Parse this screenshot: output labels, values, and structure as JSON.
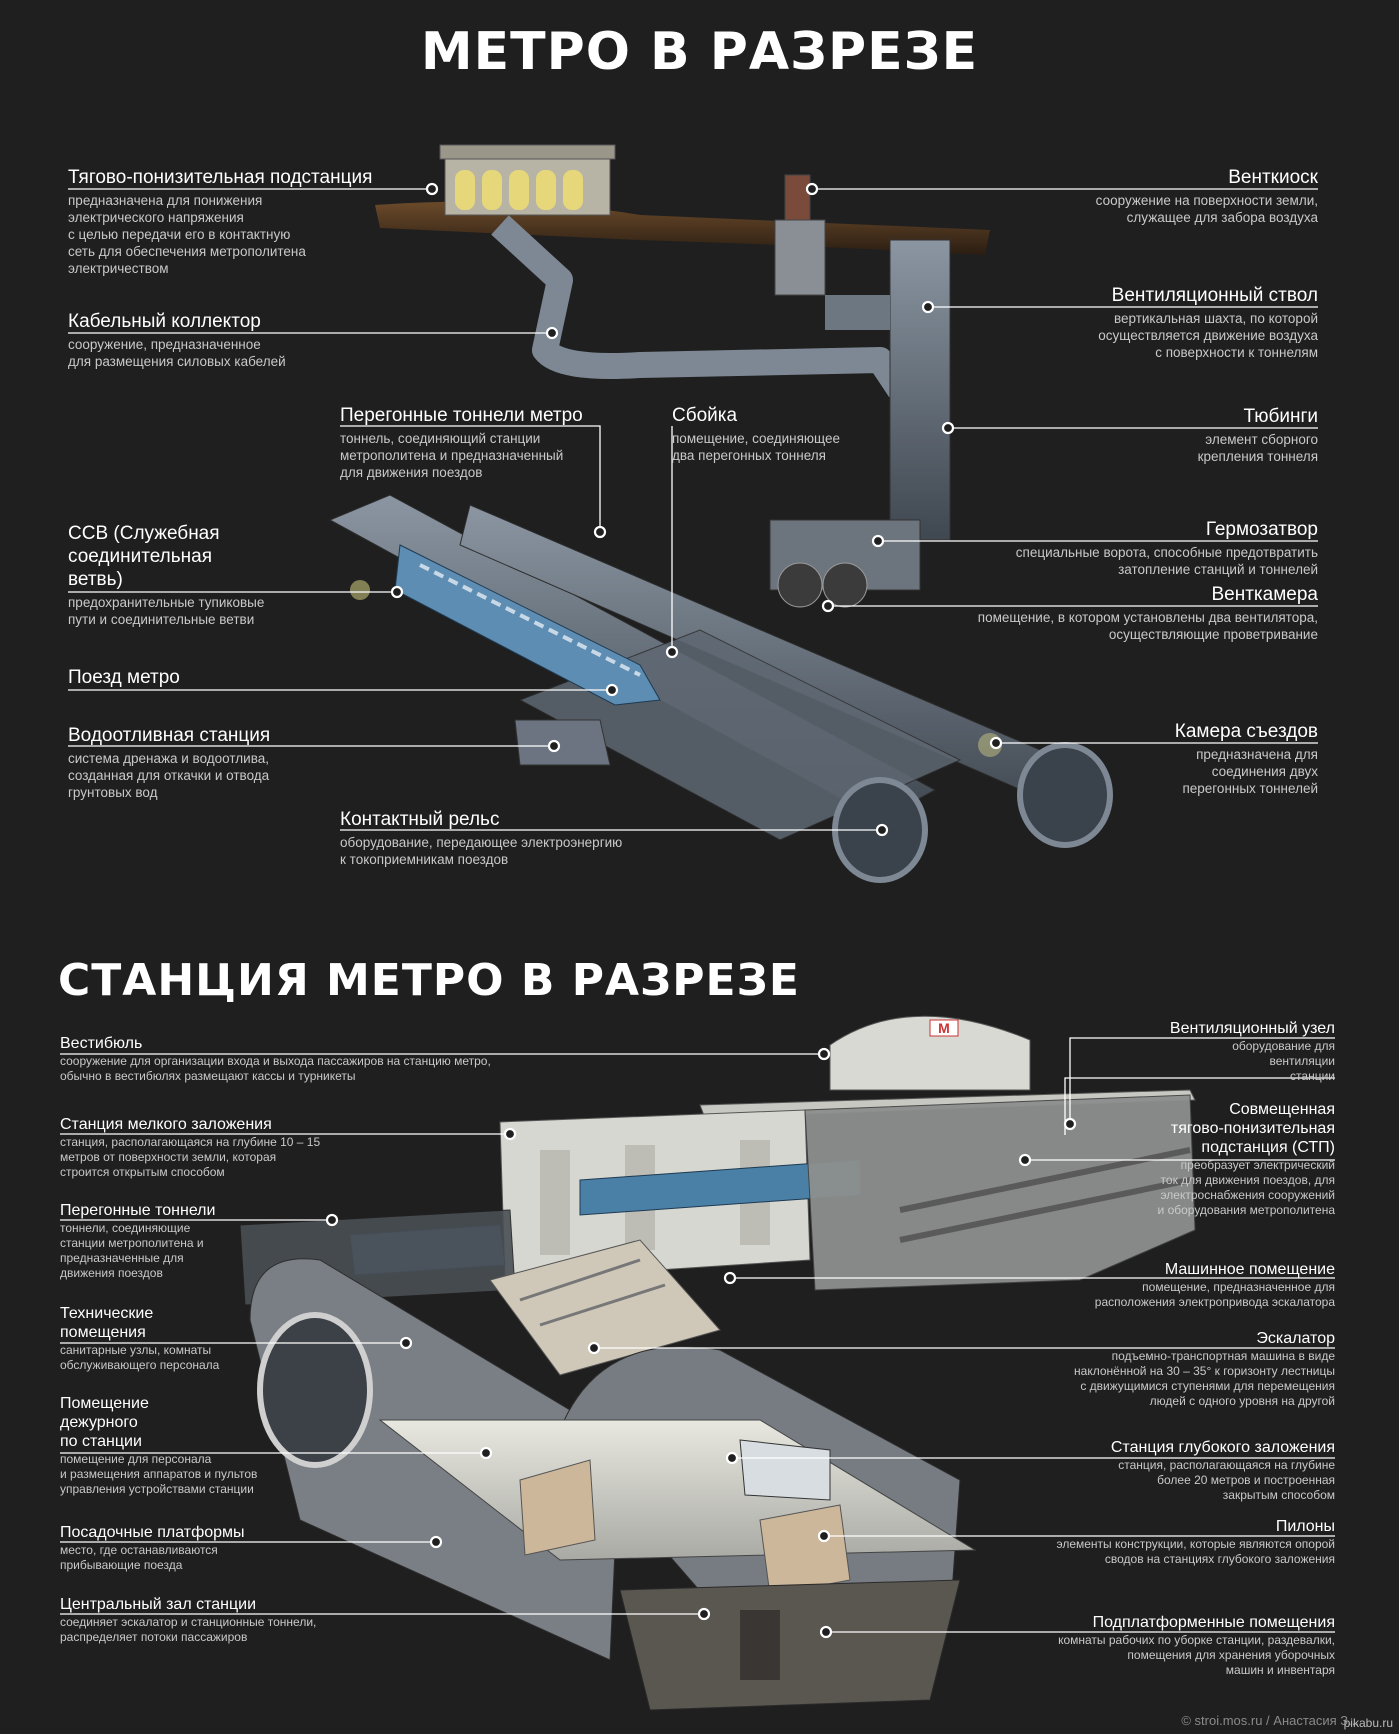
{
  "titles": {
    "top": "МЕТРО В РАЗРЕЗЕ",
    "bottom": "СТАНЦИЯ МЕТРО В РАЗРЕЗЕ"
  },
  "colors": {
    "background": "#1f1f1f",
    "tunnel": "#6b7682",
    "train": "#4a7fa6",
    "soil": "#6b4a2a",
    "light": "#e8e08a"
  },
  "top_section": {
    "traction_substation": {
      "title": "Тягово-понизительная подстанция",
      "desc": "предназначена для понижения\nэлектрического напряжения\nс целью передачи его в контактную\nсеть для обеспечения метрополитена\nэлектричеством"
    },
    "cable_collector": {
      "title": "Кабельный коллектор",
      "desc": "сооружение, предназначенное\nдля размещения силовых кабелей"
    },
    "running_tunnels": {
      "title": "Перегонные тоннели метро",
      "desc": "тоннель, соединяющий станции\nметрополитена и предназначенный\nдля движения поездов"
    },
    "crosspassage": {
      "title": "Сбойка",
      "desc": "помещение, соединяющее\nдва перегонных тоннеля"
    },
    "ssv": {
      "title": "ССВ (Служебная\nсоединительная\nветвь)",
      "desc": "предохранительные тупиковые\nпути и соединительные ветви"
    },
    "train": {
      "title": "Поезд метро",
      "desc": ""
    },
    "drainage": {
      "title": "Водоотливная станция",
      "desc": "система дренажа и водоотлива,\nсозданная для откачки и отвода\nгрунтовых вод"
    },
    "contact_rail": {
      "title": "Контактный рельс",
      "desc": "оборудование, передающее электроэнергию\nк токоприемникам поездов"
    },
    "vent_kiosk": {
      "title": "Венткиоск",
      "desc": "сооружение на поверхности земли,\nслужащее для забора воздуха"
    },
    "vent_shaft": {
      "title": "Вентиляционный ствол",
      "desc": "вертикальная шахта, по которой\nосуществляется движение воздуха\nс поверхности к тоннелям"
    },
    "tubing": {
      "title": "Тюбинги",
      "desc": "элемент сборного\nкрепления тоннеля"
    },
    "flood_gate": {
      "title": "Гермозатвор",
      "desc": "специальные ворота, способные предотвратить\nзатопление станций и тоннелей"
    },
    "vent_chamber": {
      "title": "Венткамера",
      "desc": "помещение, в котором установлены два вентилятора,\nосуществляющие проветривание"
    },
    "crossover": {
      "title": "Камера съездов",
      "desc": "предназначена для\nсоединения двух\nперегонных тоннелей"
    }
  },
  "bottom_section": {
    "vestibule": {
      "title": "Вестибюль",
      "desc": "сооружение для организации входа и выхода пассажиров на станцию метро,\nобычно в вестибюлях размещают кассы и турникеты"
    },
    "shallow_station": {
      "title": "Станция мелкого заложения",
      "desc": "станция, располагающаяся на глубине 10 – 15\nметров от поверхности земли, которая\nстроится открытым способом"
    },
    "running_tunnels": {
      "title": "Перегонные тоннели",
      "desc": "тоннели, соединяющие\nстанции метрополитена и\nпредназначенные для\nдвижения поездов"
    },
    "technical_rooms": {
      "title": "Технические\nпомещения",
      "desc": "санитарные узлы, комнаты\nобслуживающего персонала"
    },
    "duty_room": {
      "title": "Помещение\nдежурного\nпо станции",
      "desc": "помещение для персонала\nи размещения аппаратов и пультов\nуправления устройствами станции"
    },
    "platforms": {
      "title": "Посадочные платформы",
      "desc": "место, где останавливаются\nприбывающие поезда"
    },
    "central_hall": {
      "title": "Центральный зал станции",
      "desc": "соединяет эскалатор и станционные тоннели,\nраспределяет потоки пассажиров"
    },
    "vent_node": {
      "title": "Вентиляционный узел",
      "desc": "оборудование для\nвентиляции\nстанции"
    },
    "combined_substation": {
      "title": "Совмещенная\nтягово-понизительная\nподстанция (СТП)",
      "desc": "преобразует электрический\nток для движения поездов, для\nэлектроснабжения сооружений\nи оборудования метрополитена"
    },
    "machine_room": {
      "title": "Машинное помещение",
      "desc": "помещение, предназначенное для\nрасположения электропривода эскалатора"
    },
    "escalator": {
      "title": "Эскалатор",
      "desc": "подъемно-транспортная машина в виде\nнаклонённой на 30 – 35° к горизонту лестницы\nс движущимися ступенями для перемещения\nлюдей с одного уровня на другой"
    },
    "deep_station": {
      "title": "Станция глубокого заложения",
      "desc": "станция, располагающаяся на глубине\nболее 20 метров и построенная\nзакрытым способом"
    },
    "pylons": {
      "title": "Пилоны",
      "desc": "элементы конструкции, которые являются опорой\nсводов на станциях глубокого заложения"
    },
    "under_platform": {
      "title": "Подплатформенные помещения",
      "desc": "комнаты рабочих по уборке станции, раздевалки,\nпомещения для хранения уборочных\nмашин и инвентаря"
    },
    "metro_sign": "М"
  },
  "footer": {
    "credit": "© stroi.mos.ru / Анастасия З...",
    "watermark": "pikabu.ru"
  }
}
